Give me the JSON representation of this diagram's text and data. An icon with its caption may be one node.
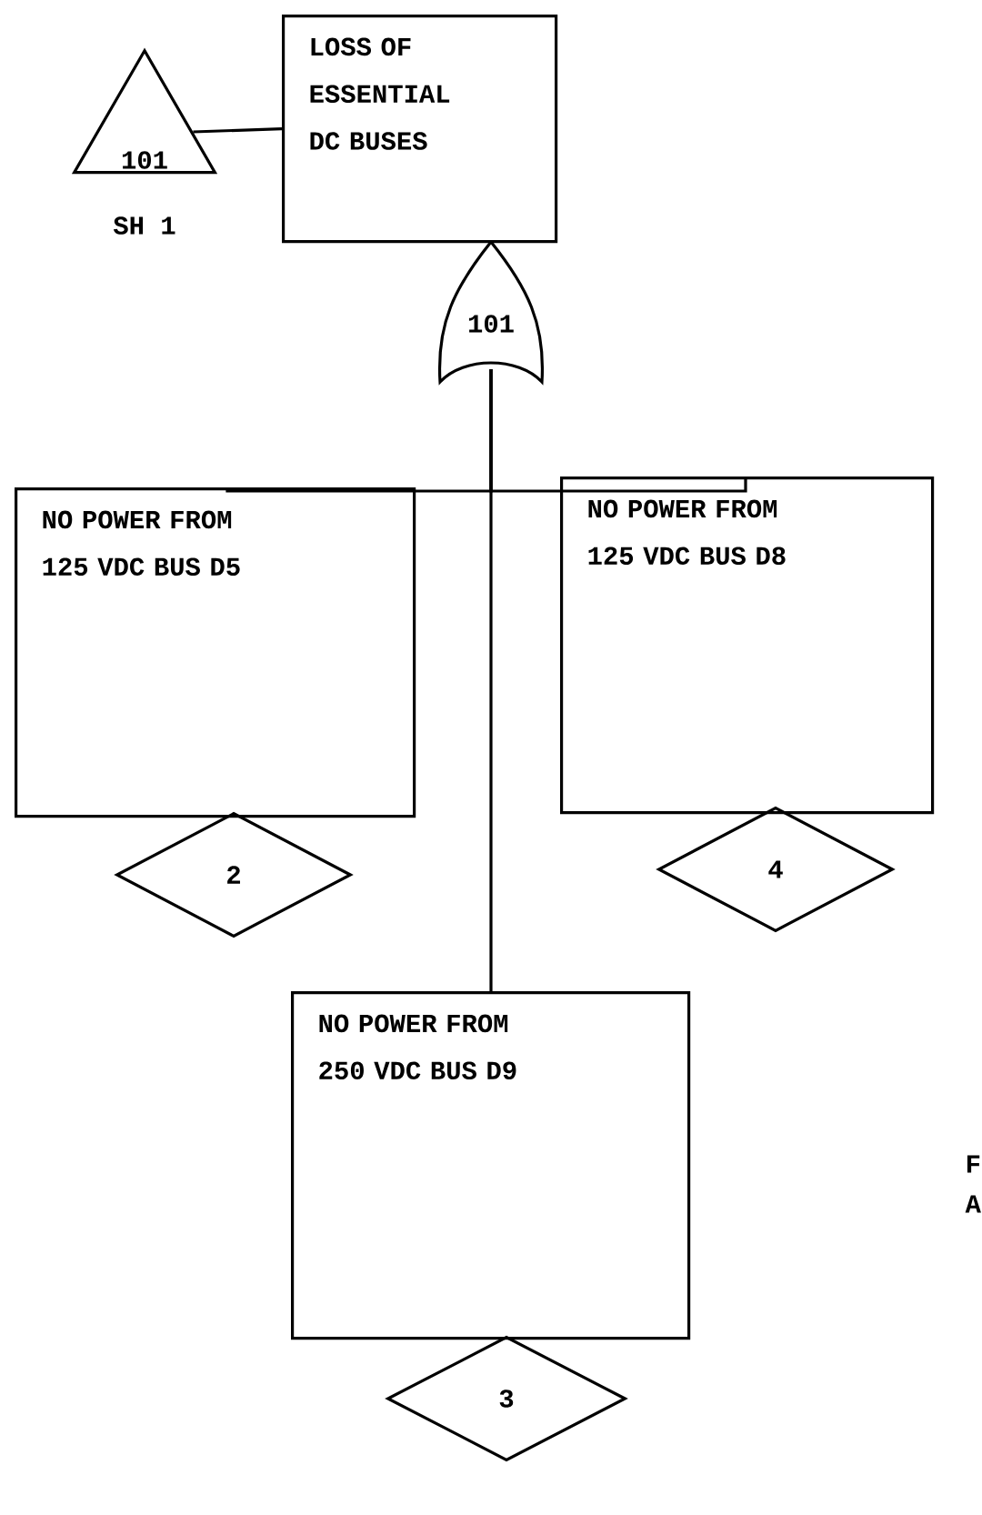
{
  "diagram": {
    "nodes": [
      {
        "text": [
          "LOSS OF ESSENTIAL DC BUSES"
        ]
      },
      {
        "text": [
          "101"
        ],
        "beside": [
          "SH 1"
        ]
      },
      {
        "text": [
          "101"
        ]
      },
      {
        "text": [
          "NO POWER FROM 125 VDC BUS D5"
        ]
      },
      {
        "text": [
          "NO POWER FROM 125 VDC BUS D8"
        ]
      },
      {
        "text": [
          "NO POWER FROM 250 VDC BUS D9"
        ]
      },
      {
        "text": [
          "2"
        ]
      },
      {
        "text": [
          "4"
        ]
      },
      {
        "text": [
          "3"
        ]
      }
    ],
    "edges": [
      {
        "from": 1,
        "to": 0,
        "arrow": "none"
      },
      {
        "from": 2,
        "to": 3,
        "arrow": "none"
      },
      {
        "from": 2,
        "to": 4,
        "arrow": "none"
      },
      {
        "from": 2,
        "to": 5,
        "arrow": "none"
      }
    ],
    "labels": [
      "F",
      "A"
    ]
  }
}
